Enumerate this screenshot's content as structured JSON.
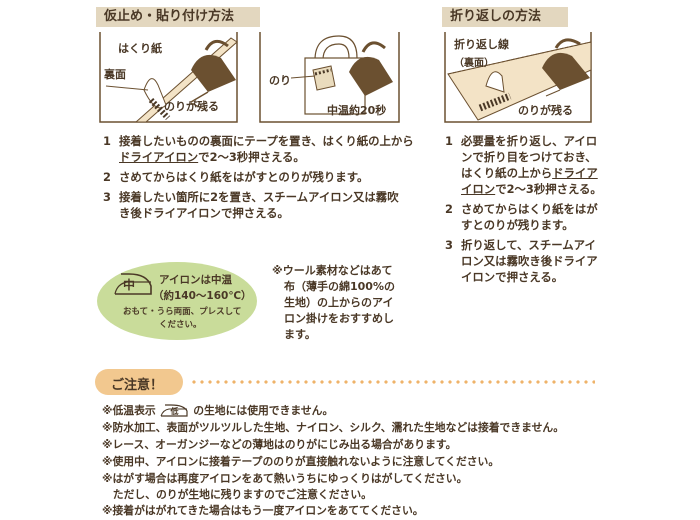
{
  "left": {
    "title": "仮止め・貼り付け方法",
    "illus1": {
      "paper": "はくり紙",
      "back": "裏面",
      "glue": "のりが残る"
    },
    "illus2": {
      "glue": "のり",
      "temp": "中温約20秒"
    },
    "steps": [
      {
        "num": "1",
        "lines": [
          [
            {
              "t": "接着したいものの裏面にテープを置き、はくり紙の上から"
            }
          ],
          [
            {
              "t": "ドライアイロン",
              "u": true
            },
            {
              "t": "で2〜3秒押さえる。"
            }
          ]
        ]
      },
      {
        "num": "2",
        "lines": [
          [
            {
              "t": "さめてからはくり紙をはがすとのりが残ります。"
            }
          ]
        ]
      },
      {
        "num": "3",
        "lines": [
          [
            {
              "t": "接着したい箇所に2を置き、スチームアイロン又は霧吹"
            }
          ],
          [
            {
              "t": "き後ドライアイロンで押さえる。"
            }
          ]
        ]
      }
    ]
  },
  "right": {
    "title": "折り返しの方法",
    "illus": {
      "fold": "折り返し線",
      "back": "（裏面）",
      "glue": "のりが残る"
    },
    "steps": [
      {
        "num": "1",
        "lines": [
          [
            {
              "t": "必要量を折り返し、アイロ"
            }
          ],
          [
            {
              "t": "ンで折り目をつけておき、"
            }
          ],
          [
            {
              "t": "はくり紙の上から"
            },
            {
              "t": "ドライア",
              "u": true
            }
          ],
          [
            {
              "t": "イロン",
              "u": true
            },
            {
              "t": "で2〜3秒押さえる。"
            }
          ]
        ]
      },
      {
        "num": "2",
        "lines": [
          [
            {
              "t": "さめてからはくり紙をはが"
            }
          ],
          [
            {
              "t": "すとのりが残ります。"
            }
          ]
        ]
      },
      {
        "num": "3",
        "lines": [
          [
            {
              "t": "折り返して、スチームアイ"
            }
          ],
          [
            {
              "t": "ロン又は霧吹き後ドライア"
            }
          ],
          [
            {
              "t": "イロンで押さえる。"
            }
          ]
        ]
      }
    ]
  },
  "iron_badge": {
    "symbol": "中",
    "line1": "アイロンは中温",
    "line2": "（約140〜160℃）",
    "line3": "おもて・うら両面、プレスして",
    "line4": "ください。"
  },
  "wool_note": [
    "※ウール素材などはあて",
    "布（薄手の綿100%の",
    "生地）の上からのアイ",
    "ロン掛けをおすすめし",
    "ます。"
  ],
  "caution": {
    "title": "ご注意！",
    "low_symbol": "低",
    "line1_pre": "※低温表示",
    "line1_post": "の生地には使用できません。",
    "lines": [
      "※防水加工、表面がツルツルした生地、ナイロン、シルク、濡れた生地などは接着できません。",
      "※レース、オーガンジーなどの薄地はのりがにじみ出る場合があります。",
      "※使用中、アイロンに接着テープののりが直接触れないように注意してください。",
      "※はがす場合は再度アイロンをあて熱いうちにゆっくりはがしてください。",
      "　ただし、のりが生地に残りますのでご注意ください。",
      "※接着がはがれてきた場合はもう一度アイロンをあててください。"
    ]
  },
  "colors": {
    "tab_bg": "#e3d7bf",
    "text": "#4a3826",
    "badge_bg": "#c9dc9a",
    "caution_bg": "#f2c88f",
    "dots": "#efb36a"
  }
}
